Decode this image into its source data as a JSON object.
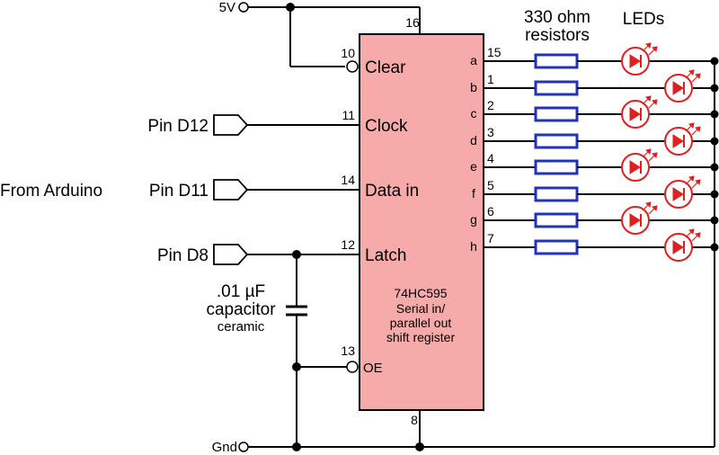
{
  "supply": {
    "vcc_label": "5V",
    "gnd_label": "Gnd"
  },
  "source_label": "From Arduino",
  "inputs": [
    {
      "label": "Pin D12"
    },
    {
      "label": "Pin D11"
    },
    {
      "label": "Pin D8"
    }
  ],
  "chip": {
    "line1": "74HC595",
    "line2": "Serial in/",
    "line3": "parallel out",
    "line4": "shift register",
    "left_pins": [
      {
        "num": "10",
        "name": "Clear"
      },
      {
        "num": "11",
        "name": "Clock"
      },
      {
        "num": "14",
        "name": "Data in"
      },
      {
        "num": "12",
        "name": "Latch"
      },
      {
        "num": "13",
        "name": "OE"
      }
    ],
    "top_pin": "16",
    "bottom_pin": "8",
    "outputs": [
      {
        "letter": "a",
        "num": "15"
      },
      {
        "letter": "b",
        "num": "1"
      },
      {
        "letter": "c",
        "num": "2"
      },
      {
        "letter": "d",
        "num": "3"
      },
      {
        "letter": "e",
        "num": "4"
      },
      {
        "letter": "f",
        "num": "5"
      },
      {
        "letter": "g",
        "num": "6"
      },
      {
        "letter": "h",
        "num": "7"
      }
    ]
  },
  "resistors_label_1": "330 ohm",
  "resistors_label_2": "resistors",
  "leds_label": "LEDs",
  "capacitor": {
    "value": ".01 µF",
    "type": "capacitor",
    "material": "ceramic"
  },
  "colors": {
    "chip_fill": "#f6aaaa",
    "resistor": "#2233bb",
    "led": "#e02020"
  }
}
